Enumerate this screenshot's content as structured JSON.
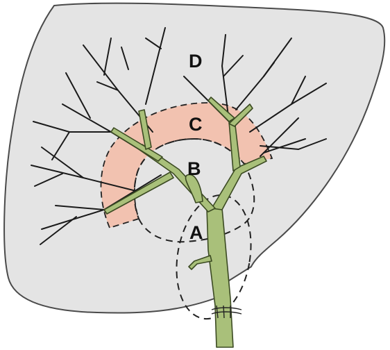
{
  "figure": {
    "labels": {
      "a": "A",
      "b": "B",
      "c": "C",
      "d": "D"
    },
    "colors": {
      "liver_fill": "#e4e4e4",
      "liver_outline": "#4a4a4a",
      "zone_c_fill": "#f2c2b0",
      "bile_duct_fill": "#a9c07a",
      "bile_duct_outline": "#3b4a22",
      "branch_lines": "#1a1a1a",
      "dashed_outline": "#222222"
    }
  }
}
